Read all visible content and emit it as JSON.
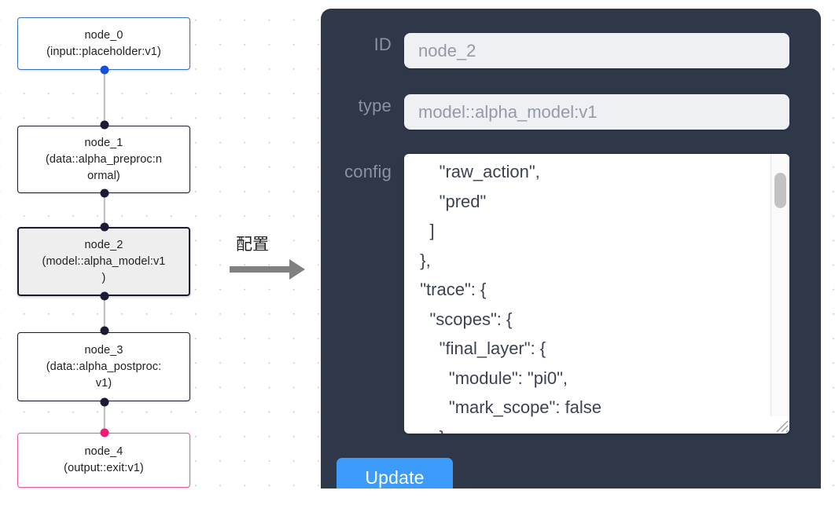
{
  "graph": {
    "nodes": [
      {
        "id": "node_0",
        "label": "node_0\n(input::placeholder:v1)",
        "kind": "input",
        "selected": false
      },
      {
        "id": "node_1",
        "label": "node_1\n(data::alpha_preproc:n\normal)",
        "kind": "default",
        "selected": false
      },
      {
        "id": "node_2",
        "label": "node_2\n(model::alpha_model:v1\n)",
        "kind": "default",
        "selected": true
      },
      {
        "id": "node_3",
        "label": "node_3\n(data::alpha_postproc:\nv1)",
        "kind": "default",
        "selected": false
      },
      {
        "id": "node_4",
        "label": "node_4\n(output::exit:v1)",
        "kind": "output",
        "selected": false
      }
    ],
    "colors": {
      "input_border": "#3b6fc4",
      "output_border": "#e85a9c",
      "default_border": "#1b1b2b",
      "selected_fill": "#eeeeee",
      "edge": "#b8bcc4",
      "handle": "#1b1b35",
      "handle_input": "#1750d8",
      "handle_output": "#f01a79"
    }
  },
  "annotation": {
    "text": "配置",
    "arrow_icon": "right-arrow-icon"
  },
  "panel": {
    "background": "#2e3848",
    "fields": [
      {
        "name": "id",
        "label": "ID",
        "value": "node_2"
      },
      {
        "name": "type",
        "label": "type",
        "value": "model::alpha_model:v1"
      }
    ],
    "config": {
      "label": "config",
      "value": "      \"raw_action\",\n      \"pred\"\n    ]\n  },\n  \"trace\": {\n    \"scopes\": {\n      \"final_layer\": {\n        \"module\": \"pi0\",\n        \"mark_scope\": false\n      },\n      \"action_model\": {",
      "scrollbar": {
        "visible": true,
        "thumb_position": "near-top"
      },
      "resize_handle_icon": "resize-grip-icon"
    },
    "update_button": {
      "label": "Update",
      "color": "#3d9bfb"
    }
  }
}
